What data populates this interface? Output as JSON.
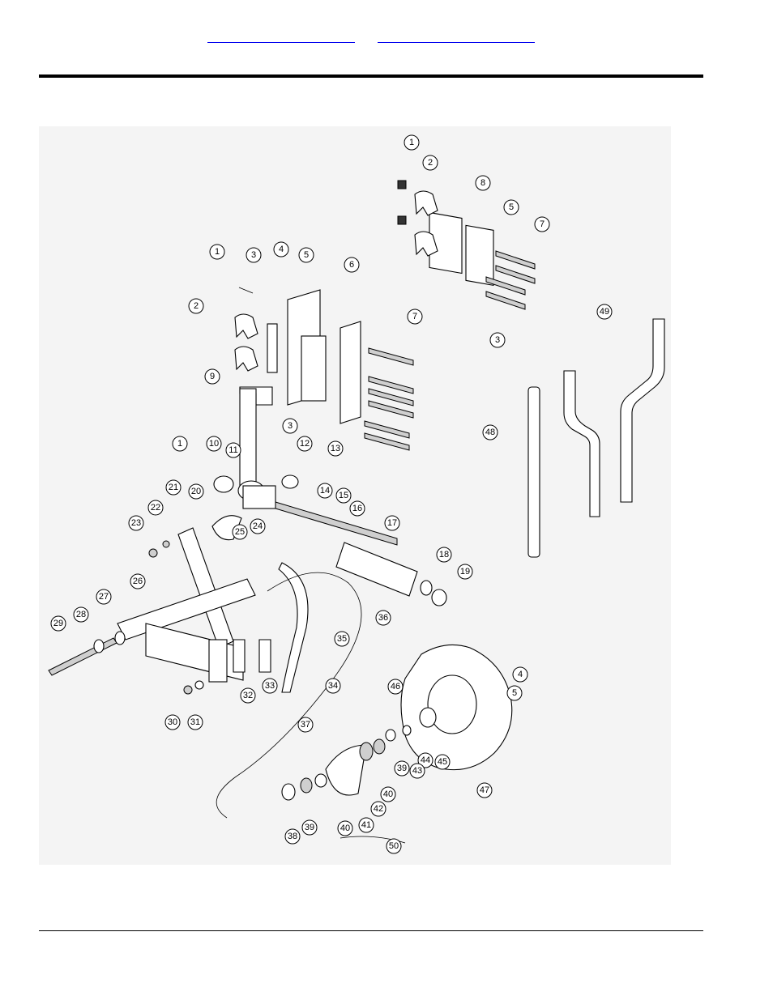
{
  "header": {
    "links": [
      {
        "id": "link-1",
        "text": ""
      },
      {
        "id": "link-2",
        "text": ""
      }
    ]
  },
  "diagram": {
    "callouts": [
      {
        "label": "1"
      },
      {
        "label": "2"
      },
      {
        "label": "8"
      },
      {
        "label": "5"
      },
      {
        "label": "7"
      },
      {
        "label": "1"
      },
      {
        "label": "3"
      },
      {
        "label": "4"
      },
      {
        "label": "5"
      },
      {
        "label": "6"
      },
      {
        "label": "2"
      },
      {
        "label": "7"
      },
      {
        "label": "9"
      },
      {
        "label": "3"
      },
      {
        "label": "49"
      },
      {
        "label": "3"
      },
      {
        "label": "48"
      },
      {
        "label": "1"
      },
      {
        "label": "10"
      },
      {
        "label": "11"
      },
      {
        "label": "12"
      },
      {
        "label": "13"
      },
      {
        "label": "14"
      },
      {
        "label": "15"
      },
      {
        "label": "16"
      },
      {
        "label": "17"
      },
      {
        "label": "18"
      },
      {
        "label": "19"
      },
      {
        "label": "21"
      },
      {
        "label": "20"
      },
      {
        "label": "22"
      },
      {
        "label": "23"
      },
      {
        "label": "25"
      },
      {
        "label": "24"
      },
      {
        "label": "26"
      },
      {
        "label": "27"
      },
      {
        "label": "28"
      },
      {
        "label": "29"
      },
      {
        "label": "30"
      },
      {
        "label": "31"
      },
      {
        "label": "32"
      },
      {
        "label": "33"
      },
      {
        "label": "34"
      },
      {
        "label": "35"
      },
      {
        "label": "36"
      },
      {
        "label": "4"
      },
      {
        "label": "5"
      },
      {
        "label": "46"
      },
      {
        "label": "45"
      },
      {
        "label": "44"
      },
      {
        "label": "43"
      },
      {
        "label": "39"
      },
      {
        "label": "37"
      },
      {
        "label": "40"
      },
      {
        "label": "42"
      },
      {
        "label": "41"
      },
      {
        "label": "40"
      },
      {
        "label": "39"
      },
      {
        "label": "38"
      },
      {
        "label": "47"
      },
      {
        "label": "50"
      }
    ]
  }
}
